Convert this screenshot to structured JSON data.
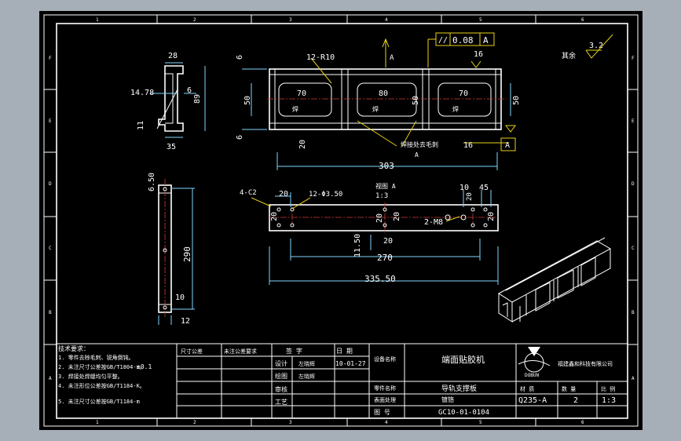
{
  "frame": {
    "zone_numbers_top": [
      "1",
      "2",
      "3",
      "4",
      "5",
      "6"
    ],
    "zone_numbers_bottom": [
      "1",
      "2",
      "3",
      "4",
      "5",
      "6"
    ],
    "zone_letters_left": [
      "F",
      "E",
      "D",
      "C",
      "B",
      "A"
    ],
    "zone_letters_right": [
      "F",
      "E",
      "D",
      "C",
      "B",
      "A"
    ]
  },
  "roughness": {
    "label": "其余",
    "value": "3.2"
  },
  "tolerance_frame": {
    "symbol": "//",
    "value": "0.08",
    "datum": "A"
  },
  "datum_label": "A",
  "views": {
    "side": {
      "dims": [
        "28",
        "14.78",
        "6",
        "89",
        "11",
        "35"
      ]
    },
    "front": {
      "dims": [
        "6",
        "12-R10",
        "70",
        "80",
        "70",
        "50",
        "50",
        "50",
        "6",
        "20",
        "303",
        "16",
        "16"
      ],
      "notes": [
        "焊",
        "焊",
        "焊",
        "焊接处去毛刺",
        "A"
      ]
    },
    "top": {
      "dims": [
        "4-C2",
        "20",
        "12-Φ3.50",
        "20",
        "20",
        "1:3",
        "10",
        "45",
        "20",
        "20",
        "2-M8",
        "20",
        "11.50",
        "20",
        "270",
        "335.50"
      ],
      "view_label": "视图 A"
    },
    "left": {
      "dims": [
        "6.50",
        "290",
        "10",
        "12"
      ]
    }
  },
  "tech_notes": {
    "title": "技术要求：",
    "lines": [
      "1. 零件去除毛刺、锐角倒钝。",
      "2. 未注尺寸公差按GB/T1804-m。",
      "3. 焊接处焊缝均匀平整。",
      "4. 未注形位公差按GB/T1184-K。",
      "5. 未注尺寸公差按GB/T1184-m"
    ],
    "tolerance": "±0.1"
  },
  "title_block": {
    "header_cells": [
      "尺寸公差",
      "未注公差要求",
      "签 字",
      "日 期"
    ],
    "rows": [
      {
        "label": "设计",
        "name": "左晓辉",
        "date": "10-01-27"
      },
      {
        "label": "绘图",
        "name": "左晓辉",
        "date": ""
      },
      {
        "label": "审核",
        "name": "",
        "date": ""
      },
      {
        "label": "工艺",
        "name": "",
        "date": ""
      }
    ],
    "device_name_label": "设备名称",
    "device_name": "端面贴胶机",
    "part_name_label": "零件名称",
    "part_name": "导轨支撑板",
    "surface_label": "表面处理",
    "surface_value": "镀铬",
    "drawing_no_label": "图 号",
    "drawing_no": "GC10-01-0104",
    "material_label": "材 质",
    "material": "Q235-A",
    "qty_label": "数 量",
    "qty": "2",
    "scale_label": "比 例",
    "scale": "1:3",
    "company": "福建鑫和科技有限公司",
    "logo_text": "DOBUN"
  }
}
